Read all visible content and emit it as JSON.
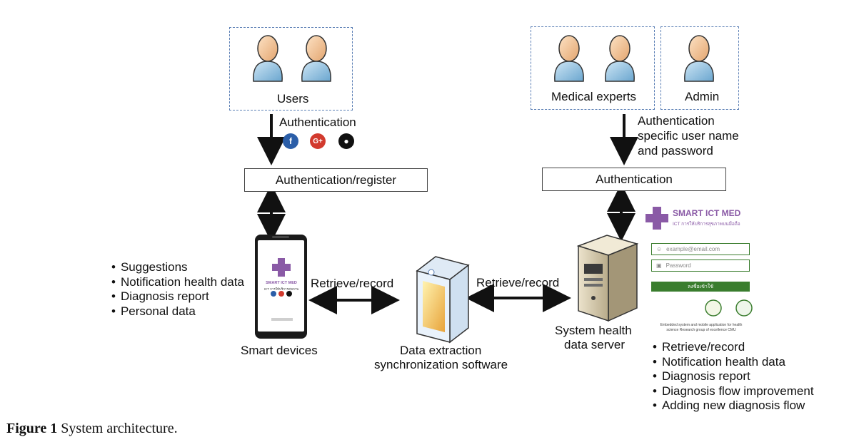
{
  "users": {
    "label": "Users"
  },
  "medical_experts": {
    "label": "Medical experts"
  },
  "admin": {
    "label": "Admin"
  },
  "left_auth_note": "Authentication",
  "right_auth_note": [
    "Authentication",
    "specific user name",
    "and password"
  ],
  "left_box": "Authentication/register",
  "right_box": "Authentication",
  "phone": {
    "caption": "Smart devices",
    "app_name": "SMART ICT MED",
    "app_sub": "ICT การให้บริการสุขภาพ"
  },
  "left_bullets": [
    "Suggestions",
    "Notification health data",
    "Diagnosis report",
    "Personal data"
  ],
  "left_link": "Retrieve/record",
  "middle": {
    "line1": "Data extraction",
    "line2": "synchronization software"
  },
  "right_link": "Retrieve/record",
  "server": {
    "line1": "System health",
    "line2": "data server"
  },
  "login_panel": {
    "logo": "SMART ICT MED",
    "sub": "ICT การให้บริการสุขภาพบนมือถือ",
    "email_placeholder": "example@email.com",
    "password_placeholder": "Password",
    "button": "ลงชื่อเข้าใช้",
    "footer": "Embedded system and mobile application for health science Research group of excellence CMU"
  },
  "right_bullets": [
    "Retrieve/record",
    "Notification health data",
    "Diagnosis report",
    "Diagnosis flow improvement",
    "Adding new diagnosis flow"
  ],
  "caption": {
    "label": "Figure 1",
    "text": "System architecture."
  },
  "colors": {
    "dash": "#5b7fb5",
    "person": "#8fbfdc",
    "green": "#3a7d2e",
    "purple": "#8a5aa6"
  }
}
